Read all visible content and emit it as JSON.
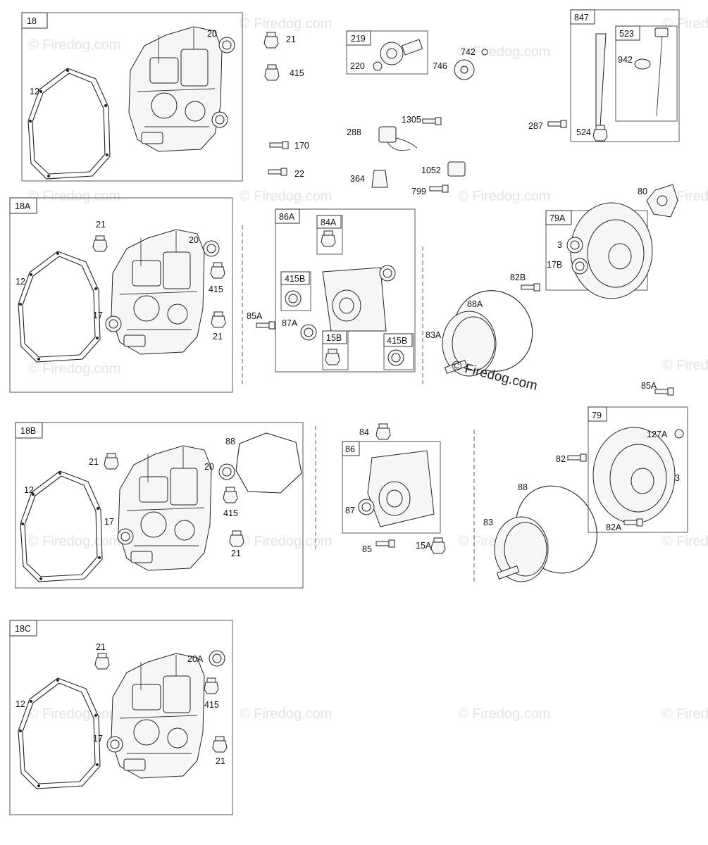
{
  "watermark": {
    "text": "© Firedog.com",
    "center_text": "© Firedog.com"
  },
  "groups": {
    "g18": {
      "tag": "18"
    },
    "g18a": {
      "tag": "18A"
    },
    "g18b": {
      "tag": "18B"
    },
    "g18c": {
      "tag": "18C"
    },
    "g219": {
      "tag": "219"
    },
    "g847": {
      "tag": "847"
    },
    "g523": {
      "tag": "523"
    },
    "g86a": {
      "tag": "86A"
    },
    "g84a": {
      "tag": "84A"
    },
    "g415b": {
      "tag": "415B"
    },
    "g15b": {
      "tag": "15B"
    },
    "g415b2": {
      "tag": "415B"
    },
    "g79a": {
      "tag": "79A"
    },
    "g86": {
      "tag": "86"
    },
    "g79": {
      "tag": "79"
    }
  },
  "labels": {
    "c18_12": "12",
    "c18_20": "20",
    "p21": "21",
    "p415": "415",
    "p170": "170",
    "p22": "22",
    "p220": "220",
    "p746": "746",
    "p742": "742",
    "p1305": "1305",
    "p288": "288",
    "p364": "364",
    "p1052": "1052",
    "p799": "799",
    "p942": "942",
    "p287": "287",
    "p524": "524",
    "a12": "12",
    "a21": "21",
    "a20": "20",
    "a415": "415",
    "a17": "17",
    "a21b": "21",
    "p85a": "85A",
    "p87a": "87A",
    "p80": "80",
    "p3": "3",
    "p17b": "17B",
    "p82b": "82B",
    "p88a": "88A",
    "p83a": "83A",
    "p85a2": "85A",
    "b12": "12",
    "b21": "21",
    "b88": "88",
    "b20": "20",
    "b415": "415",
    "b17": "17",
    "b21b": "21",
    "p84": "84",
    "p87": "87",
    "p85": "85",
    "p15a": "15A",
    "p127a": "127A",
    "p3b": "3",
    "p82": "82",
    "p88": "88",
    "p82a": "82A",
    "p83": "83",
    "d12": "12",
    "d21": "21",
    "d20a": "20A",
    "d415": "415",
    "d17": "17",
    "d21b": "21"
  }
}
